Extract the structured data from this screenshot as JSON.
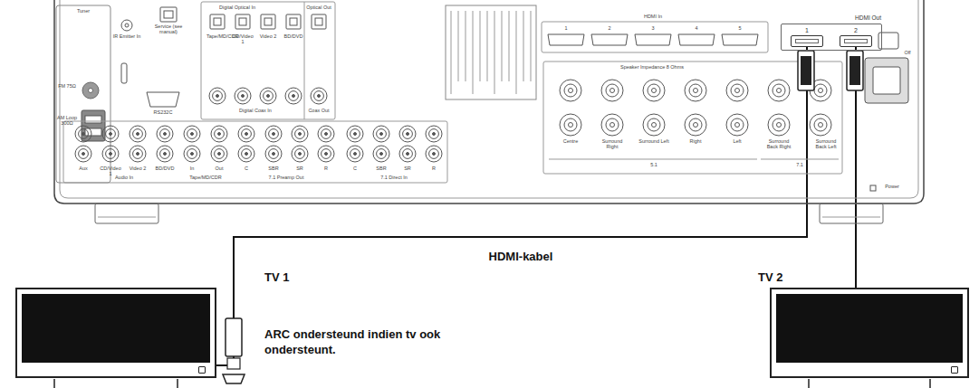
{
  "diagram": {
    "nodes": [
      {
        "text": [
          "HDMI Out"
        ]
      },
      {
        "text": [
          "1"
        ],
        "in": 0
      },
      {
        "text": [
          "2"
        ],
        "in": 0
      },
      {
        "text": [
          "TV 1"
        ]
      },
      {
        "text": [
          "TV 2"
        ]
      }
    ],
    "edges": [
      {
        "from": 1,
        "to": 3,
        "arrow": "none",
        "label": "HDMI-kabel"
      },
      {
        "from": 2,
        "to": 4,
        "arrow": "none"
      }
    ],
    "labels": [
      "Tuner",
      "FM 75Ω",
      "AM Loop 300Ω",
      "IR Emitter In",
      "Service (see manual)",
      "RS232C",
      "Digital Optical In",
      "Optical Out",
      "Tape/MD/CDR",
      "CD/Video 1",
      "Video 2",
      "BD/DVD",
      "Digital Coax In",
      "Coax Out",
      "Aux",
      "CD/Video 1",
      "Video 2",
      "BD/DVD",
      "Audio In",
      "In",
      "Out",
      "Tape/MD/CDR",
      "C",
      "SBR",
      "SR",
      "R",
      "7.1 Preamp Out",
      "C",
      "SBR",
      "SR",
      "R",
      "7.1 Direct In",
      "HDMI In",
      "1",
      "2",
      "3",
      "4",
      "5",
      "Speaker Impedance 8 Ohms",
      "Centre",
      "Surround Right",
      "Surround Left",
      "Right",
      "Left",
      "5.1",
      "Surround Back Right",
      "Surround Back Left",
      "7.1",
      "Power",
      "Off",
      "ARC ondersteund indien tv ook ondersteunt."
    ]
  }
}
